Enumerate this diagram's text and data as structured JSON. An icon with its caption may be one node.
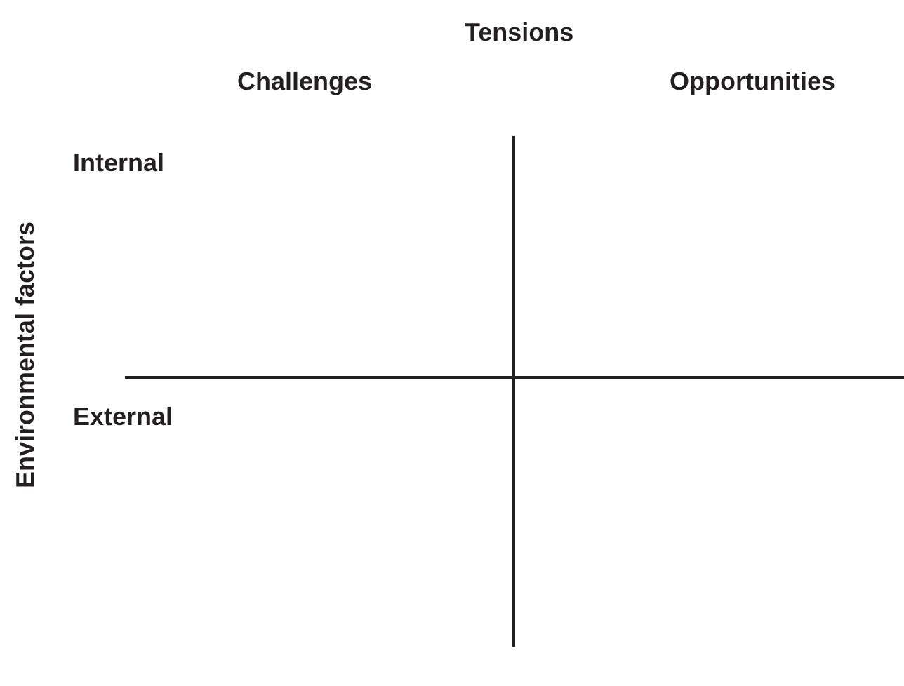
{
  "diagram": {
    "labels": [
      "Tensions",
      "Challenges",
      "Opportunities",
      "Internal",
      "Environmental factors",
      "External"
    ]
  }
}
